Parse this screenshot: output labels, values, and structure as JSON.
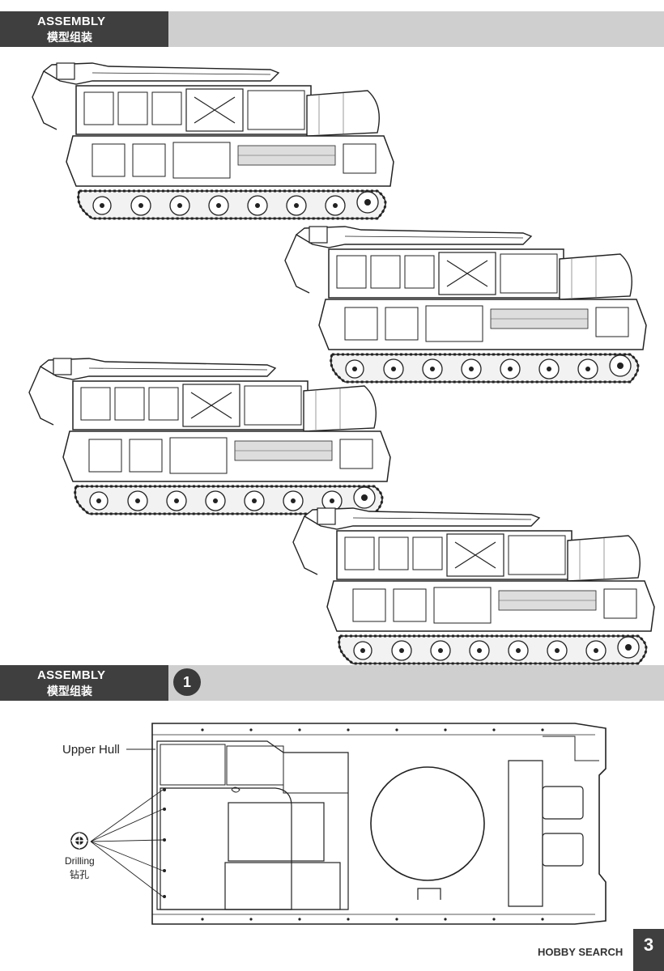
{
  "sections": [
    {
      "title_en": "ASSEMBLY",
      "title_zh": "模型组装"
    },
    {
      "title_en": "ASSEMBLY",
      "title_zh": "模型组装",
      "step": "1"
    }
  ],
  "hull": {
    "part_label": "Upper Hull",
    "drill_label_en": "Drilling",
    "drill_label_zh": "钻孔"
  },
  "page_number": "3",
  "watermark": "HOBBY SEARCH"
}
